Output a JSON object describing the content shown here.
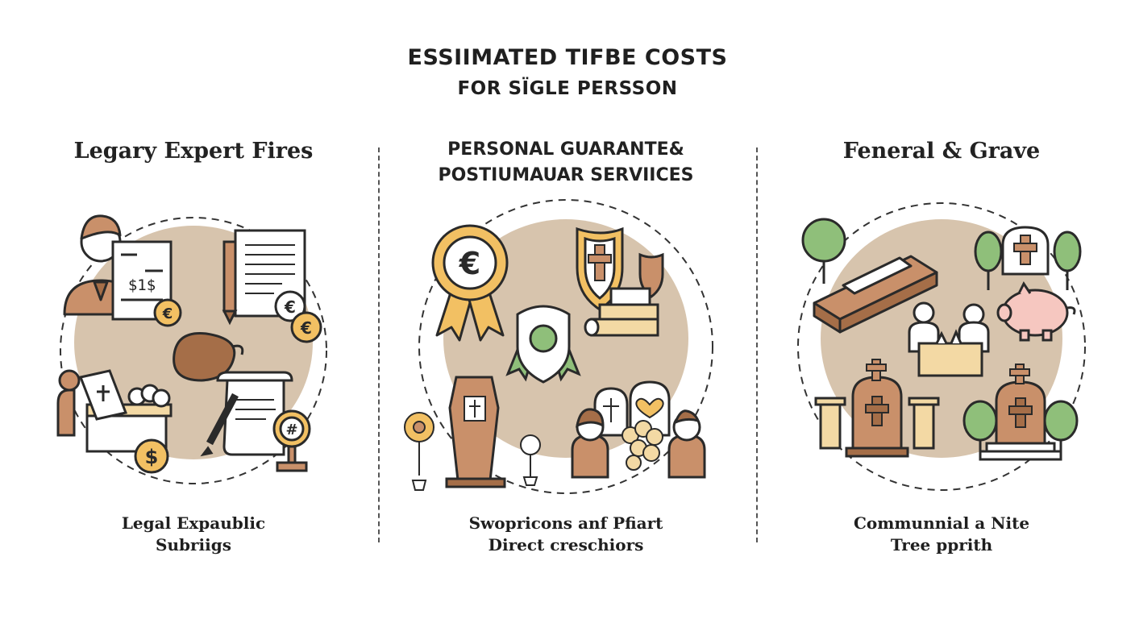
{
  "header": {
    "title_line1": "ESSIIMATED TIFBE COSTS",
    "title_line2": "FOR SÏGLE PERSSON"
  },
  "columns": [
    {
      "title": "Legary Expert Fires",
      "caption_line1": "Legal Expaublic",
      "caption_line2": "Subriigs",
      "icon_texts": {
        "bill": "$1$",
        "coin1": "€",
        "coin2": "€",
        "coin3": "€",
        "dollar": "$",
        "seal": "#"
      }
    },
    {
      "title_line1": "PERSONAL GUARANTE&",
      "title_line2": "POSTIUMAUAR SERVIICES",
      "caption_line1": "Swopricons anf Pfiart",
      "caption_line2": "Direct creschiors",
      "icon_texts": {
        "badge": "€"
      }
    },
    {
      "title": "Feneral & Grave",
      "caption_line1": "Communnial a Nite",
      "caption_line2": "Tree pprith"
    }
  ],
  "colors": {
    "blob": "#d7c4ad",
    "brown": "#c9906a",
    "dark_brown": "#a56e48",
    "gold": "#f2c063",
    "green": "#8fbf7a",
    "pink": "#f6c7c0",
    "outline": "#2a2a2a"
  }
}
